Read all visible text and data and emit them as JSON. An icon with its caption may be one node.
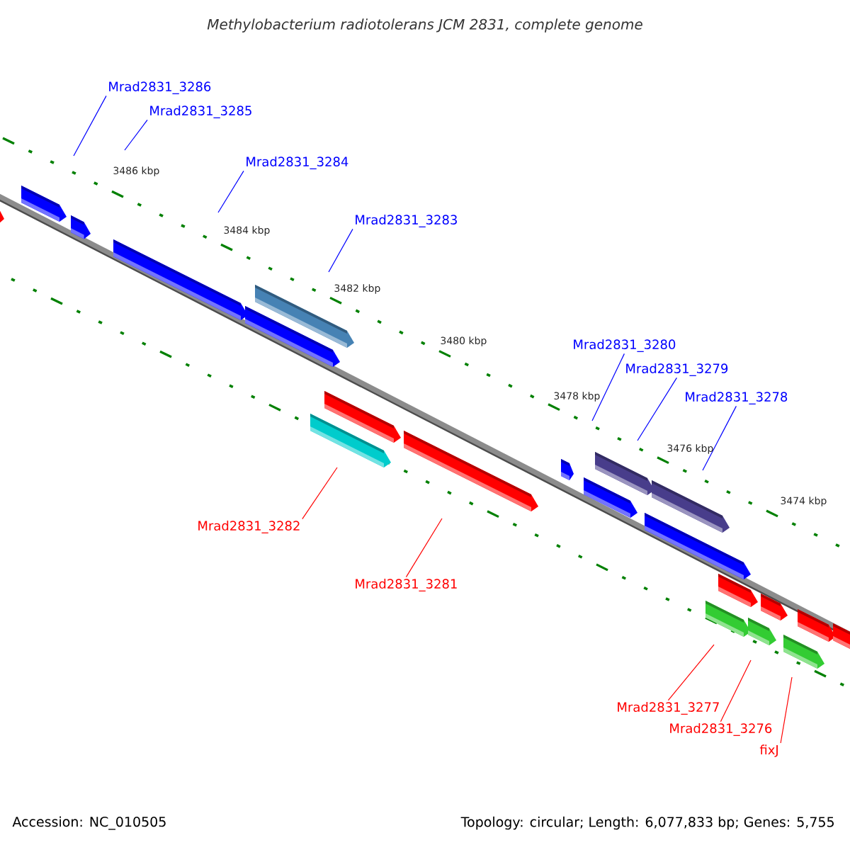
{
  "diagram": {
    "title": "Methylobacterium radiotolerans JCM 2831, complete genome",
    "nodes": [
      {
        "text": [
          "Mrad2831_3286"
        ]
      },
      {
        "text": [
          "Mrad2831_3285"
        ]
      },
      {
        "text": [
          "Mrad2831_3284"
        ]
      },
      {
        "text": [
          "Mrad2831_3283"
        ]
      },
      {
        "text": [
          "Mrad2831_3280"
        ]
      },
      {
        "text": [
          "Mrad2831_3279"
        ]
      },
      {
        "text": [
          "Mrad2831_3278"
        ]
      },
      {
        "text": [
          "Mrad2831_3282"
        ]
      },
      {
        "text": [
          "Mrad2831_3281"
        ]
      },
      {
        "text": [
          "Mrad2831_3277"
        ]
      },
      {
        "text": [
          "Mrad2831_3276"
        ]
      },
      {
        "text": [
          "fixJ"
        ]
      }
    ],
    "edges": [
      {
        "from": 0,
        "to": null,
        "arrow": "none"
      },
      {
        "from": 1,
        "to": null,
        "arrow": "none"
      },
      {
        "from": 2,
        "to": null,
        "arrow": "none"
      },
      {
        "from": 3,
        "to": null,
        "arrow": "none"
      },
      {
        "from": 4,
        "to": null,
        "arrow": "none"
      },
      {
        "from": 5,
        "to": null,
        "arrow": "none"
      },
      {
        "from": 6,
        "to": null,
        "arrow": "none"
      },
      {
        "from": 7,
        "to": null,
        "arrow": "none",
        "color": "#ff0000"
      },
      {
        "from": 8,
        "to": null,
        "arrow": "none",
        "color": "#ff0000"
      },
      {
        "from": 9,
        "to": null,
        "arrow": "none",
        "color": "#ff0000"
      },
      {
        "from": 10,
        "to": null,
        "arrow": "none",
        "color": "#ff0000"
      },
      {
        "from": 11,
        "to": null,
        "arrow": "none",
        "color": "#ff0000"
      }
    ],
    "labels": [
      "3486 kbp",
      "3484 kbp",
      "3482 kbp",
      "3480 kbp",
      "3478 kbp",
      "3476 kbp",
      "3474 kbp",
      "Accession: NC_010505",
      "Topology: circular; Length: 6,077,833 bp; Genes: 5,755"
    ]
  }
}
